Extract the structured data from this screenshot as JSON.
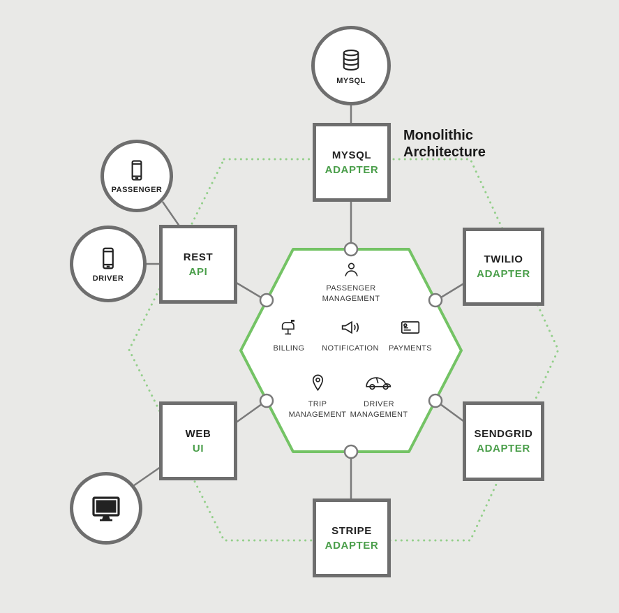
{
  "colors": {
    "background": "#e9e9e7",
    "hex_green": "#74c365",
    "label_green": "#4a9e4a",
    "dotted_green": "#93cf8a",
    "border_gray": "#6e6e6e",
    "line_gray": "#7a7a7a",
    "text_dark": "#222222"
  },
  "title": {
    "line1": "Monolithic",
    "line2": "Architecture"
  },
  "external_nodes": {
    "mysql_db": {
      "label": "MYSQL",
      "icon": "database-icon"
    },
    "passenger": {
      "label": "PASSENGER",
      "icon": "smartphone-icon"
    },
    "driver": {
      "label": "DRIVER",
      "icon": "smartphone-icon"
    },
    "browser": {
      "label": "",
      "icon": "monitor-icon"
    }
  },
  "adapters": {
    "mysql": {
      "line1": "MYSQL",
      "line2": "ADAPTER"
    },
    "rest_api": {
      "line1": "REST",
      "line2": "API"
    },
    "twilio": {
      "line1": "TWILIO",
      "line2": "ADAPTER"
    },
    "web_ui": {
      "line1": "WEB",
      "line2": "UI"
    },
    "sendgrid": {
      "line1": "SENDGRID",
      "line2": "ADAPTER"
    },
    "stripe": {
      "line1": "STRIPE",
      "line2": "ADAPTER"
    }
  },
  "monolith_modules": {
    "passenger_management": {
      "line1": "PASSENGER",
      "line2": "MANAGEMENT",
      "icon": "person-icon"
    },
    "billing": {
      "line1": "BILLING",
      "icon": "mailbox-icon"
    },
    "notification": {
      "line1": "NOTIFICATION",
      "icon": "megaphone-icon"
    },
    "payments": {
      "line1": "PAYMENTS",
      "icon": "credit-card-icon"
    },
    "trip_management": {
      "line1": "TRIP",
      "line2": "MANAGEMENT",
      "icon": "map-pin-icon"
    },
    "driver_management": {
      "line1": "DRIVER",
      "line2": "MANAGEMENT",
      "icon": "car-icon"
    }
  }
}
